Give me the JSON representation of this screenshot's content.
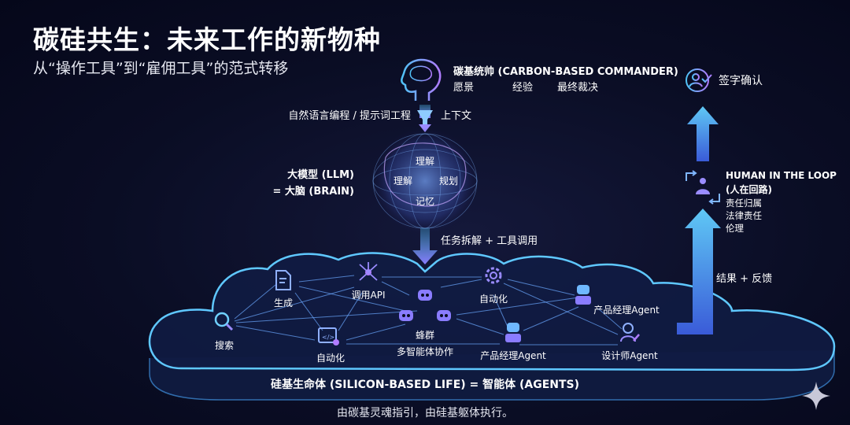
{
  "title": "碳硅共生：未来工作的新物种",
  "subtitle": "从“操作工具”到“雇佣工具”的范式转移",
  "commander": {
    "title": "碳基统帅 (CARBON-BASED COMMANDER)",
    "items": [
      "愿景",
      "经验",
      "最终裁决"
    ]
  },
  "sign_off": "签字确认",
  "prompt_label": "自然语言编程 / 提示词工程",
  "context_label": "上下文",
  "llm": {
    "line1": "大模型 (LLM)",
    "line2": "= 大脑 (BRAIN)",
    "brain_words": [
      "理解",
      "理解",
      "规划",
      "记忆"
    ]
  },
  "task_label": "任务拆解 + 工具调用",
  "hitl": {
    "title": "HUMAN IN THE LOOP",
    "subtitle": "(人在回路)",
    "items": [
      "责任归属",
      "法律责任",
      "伦理"
    ]
  },
  "feedback_label": "结果 + 反馈",
  "cloud": {
    "nodes": [
      "搜索",
      "生成",
      "调用API",
      "自动化",
      "蜂群",
      "多智能体协作",
      "自动化",
      "产品经理Agent",
      "产品经理Agent",
      "设计师Agent"
    ],
    "caption": "硅基生命体 (SILICON-BASED LIFE) = 智能体 (AGENTS)"
  },
  "footer": "由碳基灵魂指引，由硅基躯体执行。",
  "colors": {
    "cyan": "#4fc3f7",
    "purple": "#a070ff",
    "bg": "#0a0d24"
  }
}
